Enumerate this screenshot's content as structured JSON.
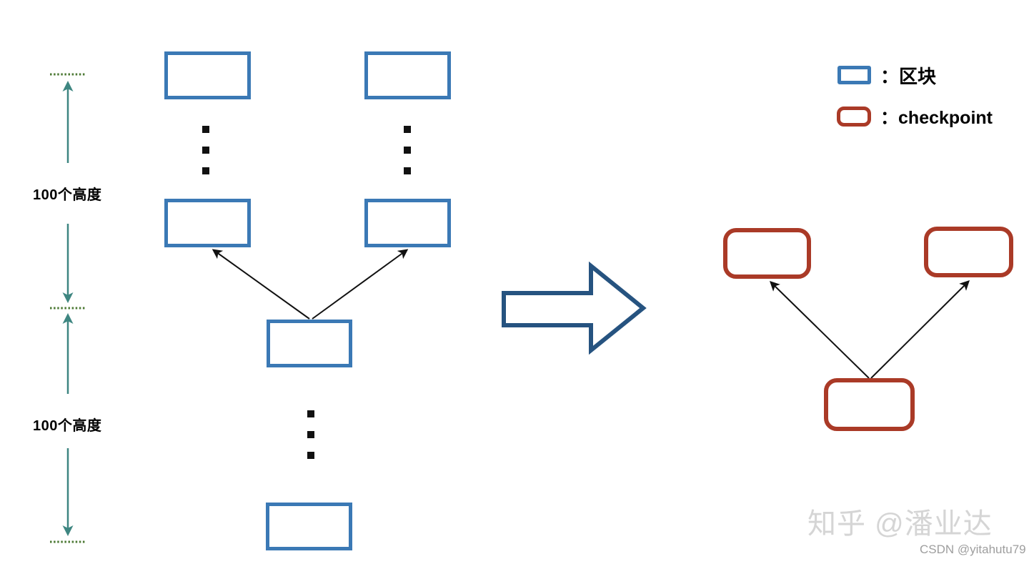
{
  "labels": {
    "upper_height": "100个高度",
    "lower_height": "100个高度"
  },
  "legend": {
    "colon": "：",
    "block_label": "区块",
    "checkpoint_label": "checkpoint"
  },
  "watermarks": {
    "zhihu": "知乎 @潘业达",
    "csdn": "CSDN @yitahutu79"
  },
  "colors": {
    "block_border_blue": "#3b79b5",
    "checkpoint_border_red": "#aa3a27",
    "transform_arrow_navy": "#265380",
    "dimension_arrow_teal": "#3e8681",
    "dotted_guide_green": "#4d7a35",
    "link_arrow_black": "#111111",
    "dimension_label_black": "#000000",
    "legend_text_black": "#000000",
    "watermark_light_gray": "#d5d5d5",
    "watermark_csdn_gray": "#9e9e9e",
    "background_white": "#ffffff"
  }
}
